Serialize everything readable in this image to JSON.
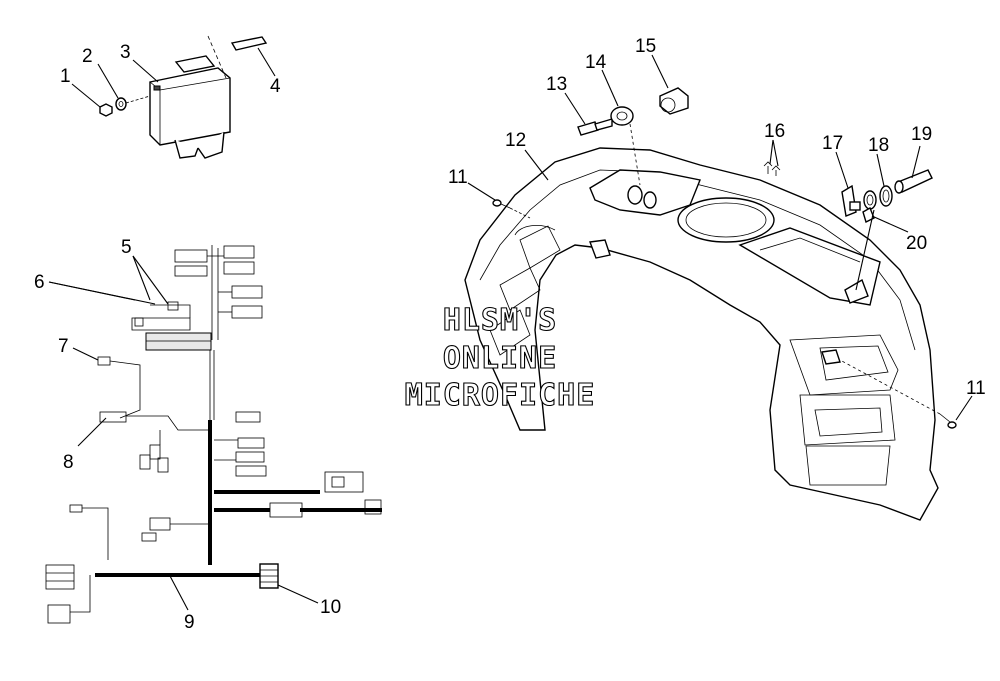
{
  "callouts": {
    "c1": "1",
    "c2": "2",
    "c3": "3",
    "c4": "4",
    "c5": "5",
    "c6": "6",
    "c7": "7",
    "c8": "8",
    "c9": "9",
    "c10": "10",
    "c11a": "11",
    "c11b": "11",
    "c12": "12",
    "c13": "13",
    "c14": "14",
    "c15": "15",
    "c16": "16",
    "c17": "17",
    "c18": "18",
    "c19": "19",
    "c20": "20"
  },
  "watermark": {
    "line1": "HLSM'S",
    "line2": "ONLINE",
    "line3": "MICROFICHE"
  }
}
